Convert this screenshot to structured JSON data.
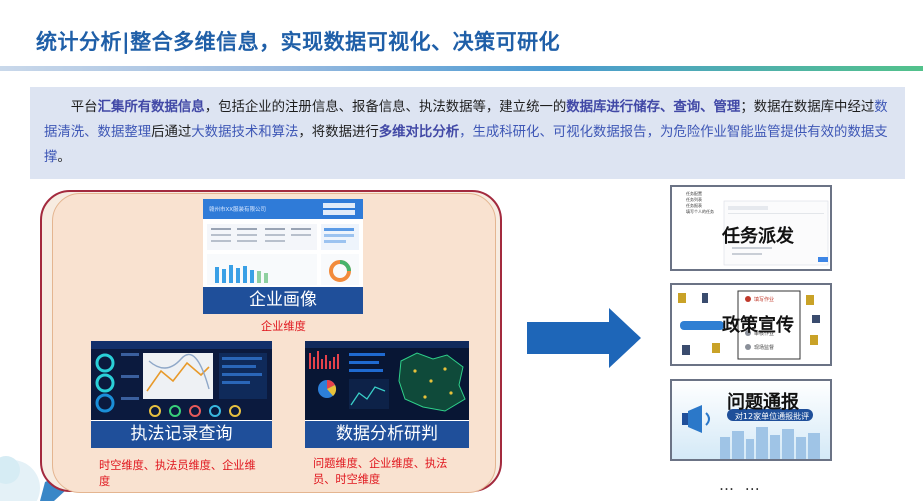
{
  "header": {
    "title": "统计分析|整合多维信息，实现数据可视化、决策可研化"
  },
  "intro": {
    "s1": "平台",
    "s2": "汇集所有数据信息",
    "s3": "，包括企业的注册信息、报备信息、执法数据等，建立统一的",
    "s4": "数据库进行储存、查询、管理",
    "s5": "；数据在数据库中经过",
    "s6": "数据清洗、数据整理",
    "s7": "后通过",
    "s8": "大数据技术和算法",
    "s9": "，将数据进行",
    "s10": "多维对比分析",
    "s11": "，生成科研化、可视化数据报告，为危险作业智能监管提供有效的",
    "s12": "数据支撑",
    "s13": "。"
  },
  "cards": {
    "enterprise": {
      "caption": "企业画像",
      "dimension": "企业维度",
      "shot_title": "赣州市XX服装有限公司"
    },
    "law": {
      "caption": "执法记录查询",
      "dimension": "时空维度、执法员维度、企业维度"
    },
    "analysis": {
      "caption": "数据分析研判",
      "dimension": "问题维度、企业维度、执法员、时空维度"
    }
  },
  "right": {
    "task": "任务派发",
    "task_menu": [
      "任务配置",
      "任务列表",
      "任务报表",
      "填写个人的任务"
    ],
    "policy": "政策宣传",
    "policy_steps": [
      "填写作业",
      "审核作业",
      "现场监督"
    ],
    "report": "问题通报",
    "report_sub": "对12家单位通报批评"
  },
  "more": "… …",
  "colors": {
    "title": "#1f5fa8",
    "highlight": "#4148a6",
    "panel_border": "#a32a3e",
    "caption_bg": "#1f4f9a",
    "dimension_text": "#e0141c",
    "arrow": "#1e66b8"
  }
}
